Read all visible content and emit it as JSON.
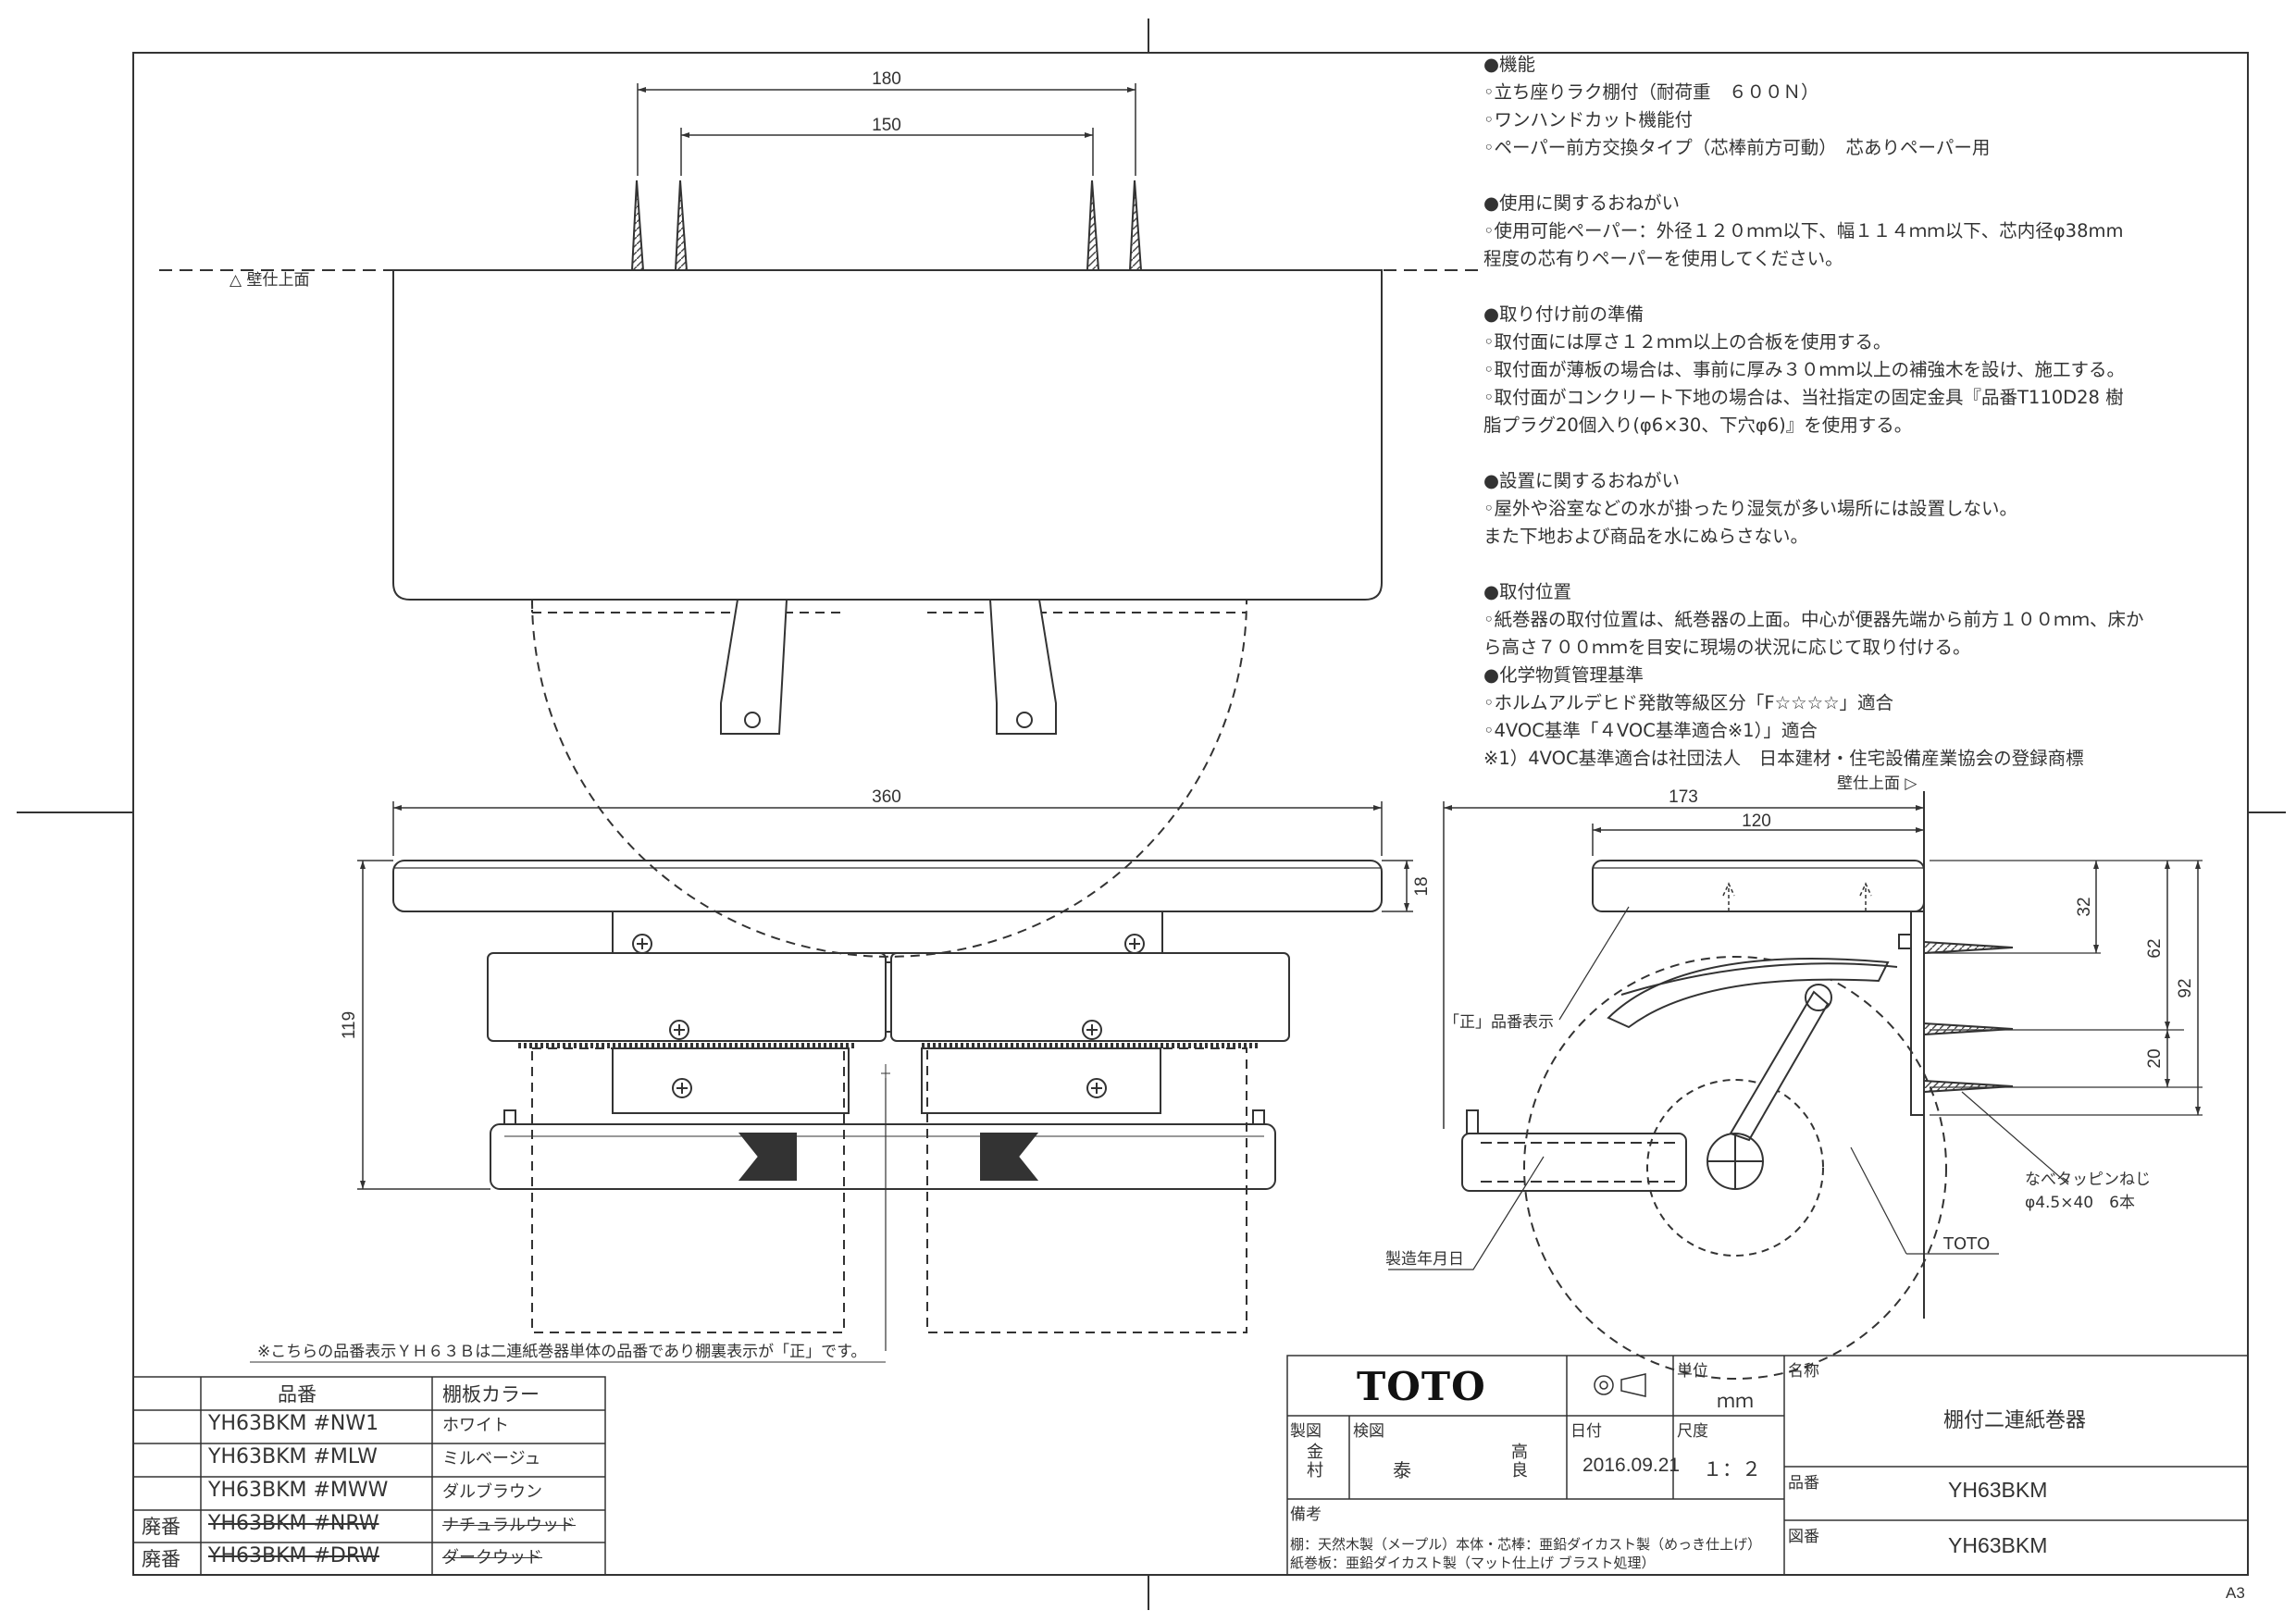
{
  "sheet": {
    "size_label": "A3",
    "footnote": "※こちらの品番表示ＹＨ６３Ｂは二連紙巻器単体の品番であり棚裏表示が「正」です。"
  },
  "notes": [
    {
      "heading": "●機能",
      "lines": [
        "◦立ち座りラク棚付（耐荷重　６００Ｎ）",
        "◦ワンハンドカット機能付",
        "◦ペーパー前方交換タイプ（芯棒前方可動）　芯ありペーパー用"
      ]
    },
    {
      "heading": "●使用に関するおねがい",
      "lines": [
        "◦使用可能ペーパー：外径１２０ｍｍ以下、幅１１４ｍｍ以下、芯内径φ38mm",
        "程度の芯有りペーパーを使用してください。"
      ]
    },
    {
      "heading": "●取り付け前の準備",
      "lines": [
        "◦取付面には厚さ１２ｍｍ以上の合板を使用する。",
        "◦取付面が薄板の場合は、事前に厚み３０ｍｍ以上の補強木を設け、施工する。",
        "◦取付面がコンクリート下地の場合は、当社指定の固定金具『品番T110D28 樹",
        "脂プラグ20個入り(φ6×30、下穴φ6)』を使用する。"
      ]
    },
    {
      "heading": "●設置に関するおねがい",
      "lines": [
        "◦屋外や浴室などの水が掛ったり湿気が多い場所には設置しない。",
        "また下地および商品を水にぬらさない。"
      ]
    },
    {
      "heading": "●取付位置",
      "lines": [
        "◦紙巻器の取付位置は、紙巻器の上面。中心が便器先端から前方１００ｍｍ、床か",
        "ら高さ７００ｍｍを目安に現場の状況に応じて取り付ける。"
      ]
    },
    {
      "heading": "●化学物質管理基準",
      "lines": [
        "◦ホルムアルデヒド発散等級区分「F☆☆☆☆」適合",
        "◦4VOC基準「４VOC基準適合※1）」適合",
        "※1）4VOC基準適合は社団法人　日本建材・住宅設備産業協会の登録商標"
      ]
    }
  ],
  "top_view": {
    "wall_label": "△ 壁仕上面",
    "dim_outer": "180",
    "dim_inner": "150"
  },
  "front_view": {
    "dim_width": "360",
    "dim_height": "119",
    "dim_shelf": "18"
  },
  "side_view": {
    "wall_label": "壁仕上面 ▷",
    "dim_depth": "173",
    "dim_shelf_depth": "120",
    "dim_32": "32",
    "dim_62": "62",
    "dim_92": "92",
    "dim_20": "20",
    "label_product_mark": "「正」品番表示",
    "label_screw": "なべタッピンねじ",
    "label_screw_size": "φ4.5×40　6本",
    "label_toto": "TOTO",
    "label_date": "製造年月日"
  },
  "color_table": {
    "headers": [
      "品番",
      "棚板カラー"
    ],
    "rows": [
      {
        "status": "",
        "code": "YH63BKM #NW1",
        "color": "ホワイト",
        "discontinued": false
      },
      {
        "status": "",
        "code": "YH63BKM #MLW",
        "color": "ミルベージュ",
        "discontinued": false
      },
      {
        "status": "",
        "code": "YH63BKM #MWW",
        "color": "ダルブラウン",
        "discontinued": false
      },
      {
        "status": "廃番",
        "code": "YH63BKM #NRW",
        "color": "ナチュラルウッド",
        "discontinued": true
      },
      {
        "status": "廃番",
        "code": "YH63BKM #DRW",
        "color": "ダークウッド",
        "discontinued": true
      }
    ]
  },
  "title_block": {
    "logo": "TOTO",
    "unit_label": "単位",
    "unit_value": "ｍｍ",
    "name_label": "名称",
    "name_value": "棚付二連紙巻器",
    "drawn_label": "製図",
    "drawn_by": "金村",
    "checked_label": "検図",
    "checked_by_1": "泰",
    "checked_by_2": "高良",
    "date_label": "日付",
    "date_value": "2016.09.21",
    "scale_label": "尺度",
    "scale_value": "１：２",
    "product_label": "品番",
    "product_value": "YH63BKM",
    "drawing_label": "図番",
    "drawing_value": "YH63BKM",
    "remarks_label": "備考",
    "remarks_line1": "棚：天然木製（メープル）本体・芯棒：亜鉛ダイカスト製（めっき仕上げ）",
    "remarks_line2": "紙巻板：亜鉛ダイカスト製（マット仕上げ ブラスト処理）"
  }
}
